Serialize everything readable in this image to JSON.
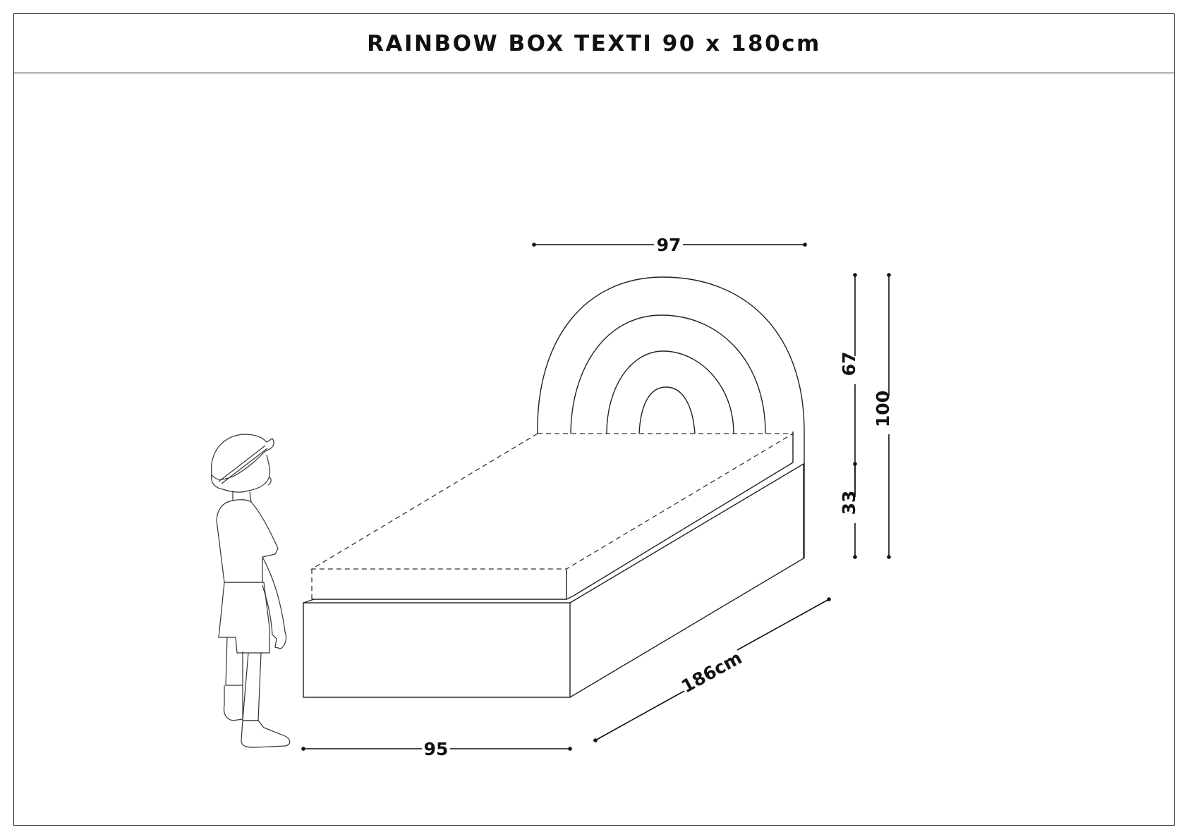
{
  "title": "RAINBOW BOX TEXTI 90 x 180cm",
  "dimensions": {
    "headboard_width": "97",
    "bed_width": "95",
    "bed_length": "186cm",
    "headboard_height_upper": "67",
    "bed_height_lower": "33",
    "total_height": "100"
  }
}
